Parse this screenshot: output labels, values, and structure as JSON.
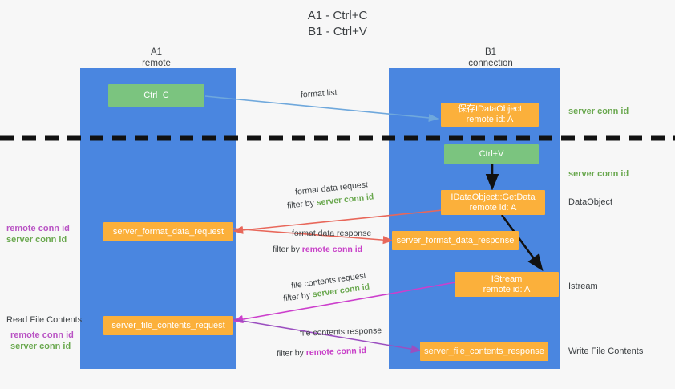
{
  "title": "A1 - Ctrl+C\nB1 - Ctrl+V",
  "columns": [
    {
      "name": "A1",
      "sub": "remote"
    },
    {
      "name": "B1",
      "sub": "connection"
    }
  ],
  "nodes": {
    "ctrl_c": "Ctrl+C",
    "ctrl_v": "Ctrl+V",
    "idataobject_line1": "保存IDataObject",
    "idataobject_line2": "remote id: A",
    "getdata_line1": "IDataObject::GetData",
    "getdata_line2": "remote id: A",
    "istream_line1": "IStream",
    "istream_line2": "remote id: A",
    "server_format_data_request": "server_format_data_request",
    "server_format_data_response": "server_format_data_response",
    "server_file_contents_request": "server_file_contents_request",
    "server_file_contents_response": "server_file_contents_response"
  },
  "edges": {
    "format_list": "format list",
    "format_data_request": "format data request",
    "format_data_request_filter_prefix": "filter by ",
    "format_data_request_filter_value": "server conn id",
    "format_data_response": "format data response",
    "format_data_response_filter_prefix": "filter by ",
    "format_data_response_filter_value": "remote conn id",
    "file_contents_request": "file contents request",
    "file_contents_request_filter_prefix": "filter by ",
    "file_contents_request_filter_value": "server conn id",
    "file_contents_response": "file contents response",
    "file_contents_response_filter_prefix": "filter by ",
    "file_contents_response_filter_value": "remote conn id"
  },
  "right_labels": {
    "server_conn_id_top": "server conn id",
    "server_conn_id_mid": "server conn id",
    "dataobject": "DataObject",
    "istream": "Istream",
    "write_file_contents": "Write File Contents"
  },
  "left_labels": {
    "remote_conn_id_1": "remote conn id",
    "server_conn_id_1": "server conn id",
    "read_file_contents": "Read File Contents",
    "remote_conn_id_2": "remote conn id",
    "server_conn_id_2": "server conn id"
  },
  "colors": {
    "lane": "#4a86e0",
    "green_node": "#7bc47f",
    "orange_node": "#fbb03b",
    "green_text": "#6aa84f",
    "magenta_text": "#b954c4",
    "arrow_blue": "#6fa8dc",
    "arrow_red": "#e8675a",
    "arrow_magenta": "#cc3fcc",
    "arrow_purple": "#9b4fc0",
    "arrow_dark": "#1a1a1a",
    "divider": "#111111",
    "background": "#f7f7f7"
  }
}
